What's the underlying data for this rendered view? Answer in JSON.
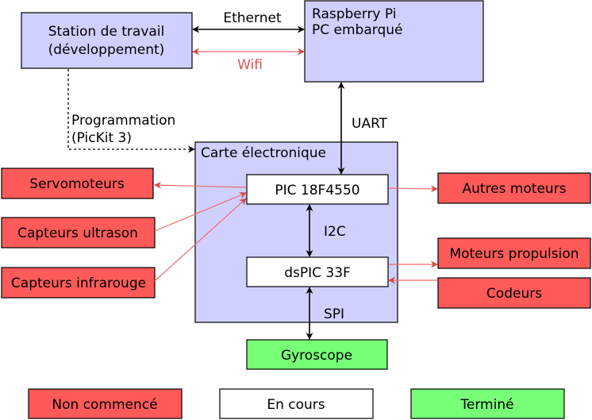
{
  "colors": {
    "purple": "#d0d0ff",
    "red": "#ff5a5a",
    "green": "#77ff77",
    "white": "#ffffff",
    "red_link": "#f06a6a"
  },
  "nodes": {
    "station": {
      "line1": "Station de travail",
      "line2": "(développement)"
    },
    "raspberry": {
      "line1": "Raspberry Pi",
      "line2": "PC embarqué"
    },
    "carte": {
      "label": "Carte électronique"
    },
    "pic": {
      "label": "PIC 18F4550"
    },
    "dspic": {
      "label": "dsPIC 33F"
    },
    "servo": {
      "label": "Servomoteurs"
    },
    "ultrason": {
      "label": "Capteurs ultrason"
    },
    "infrarouge": {
      "label": "Capteurs infrarouge"
    },
    "autres_moteurs": {
      "label": "Autres moteurs"
    },
    "moteurs_propulsion": {
      "label": "Moteurs propulsion"
    },
    "codeurs": {
      "label": "Codeurs"
    },
    "gyroscope": {
      "label": "Gyroscope"
    }
  },
  "links": {
    "ethernet": "Ethernet",
    "wifi": "Wifi",
    "uart": "UART",
    "i2c": "I2C",
    "spi": "SPI",
    "programmation_line1": "Programmation",
    "programmation_line2": "(PicKit 3)"
  },
  "legend": {
    "not_started": "Non commencé",
    "in_progress": "En cours",
    "done": "Terminé"
  }
}
